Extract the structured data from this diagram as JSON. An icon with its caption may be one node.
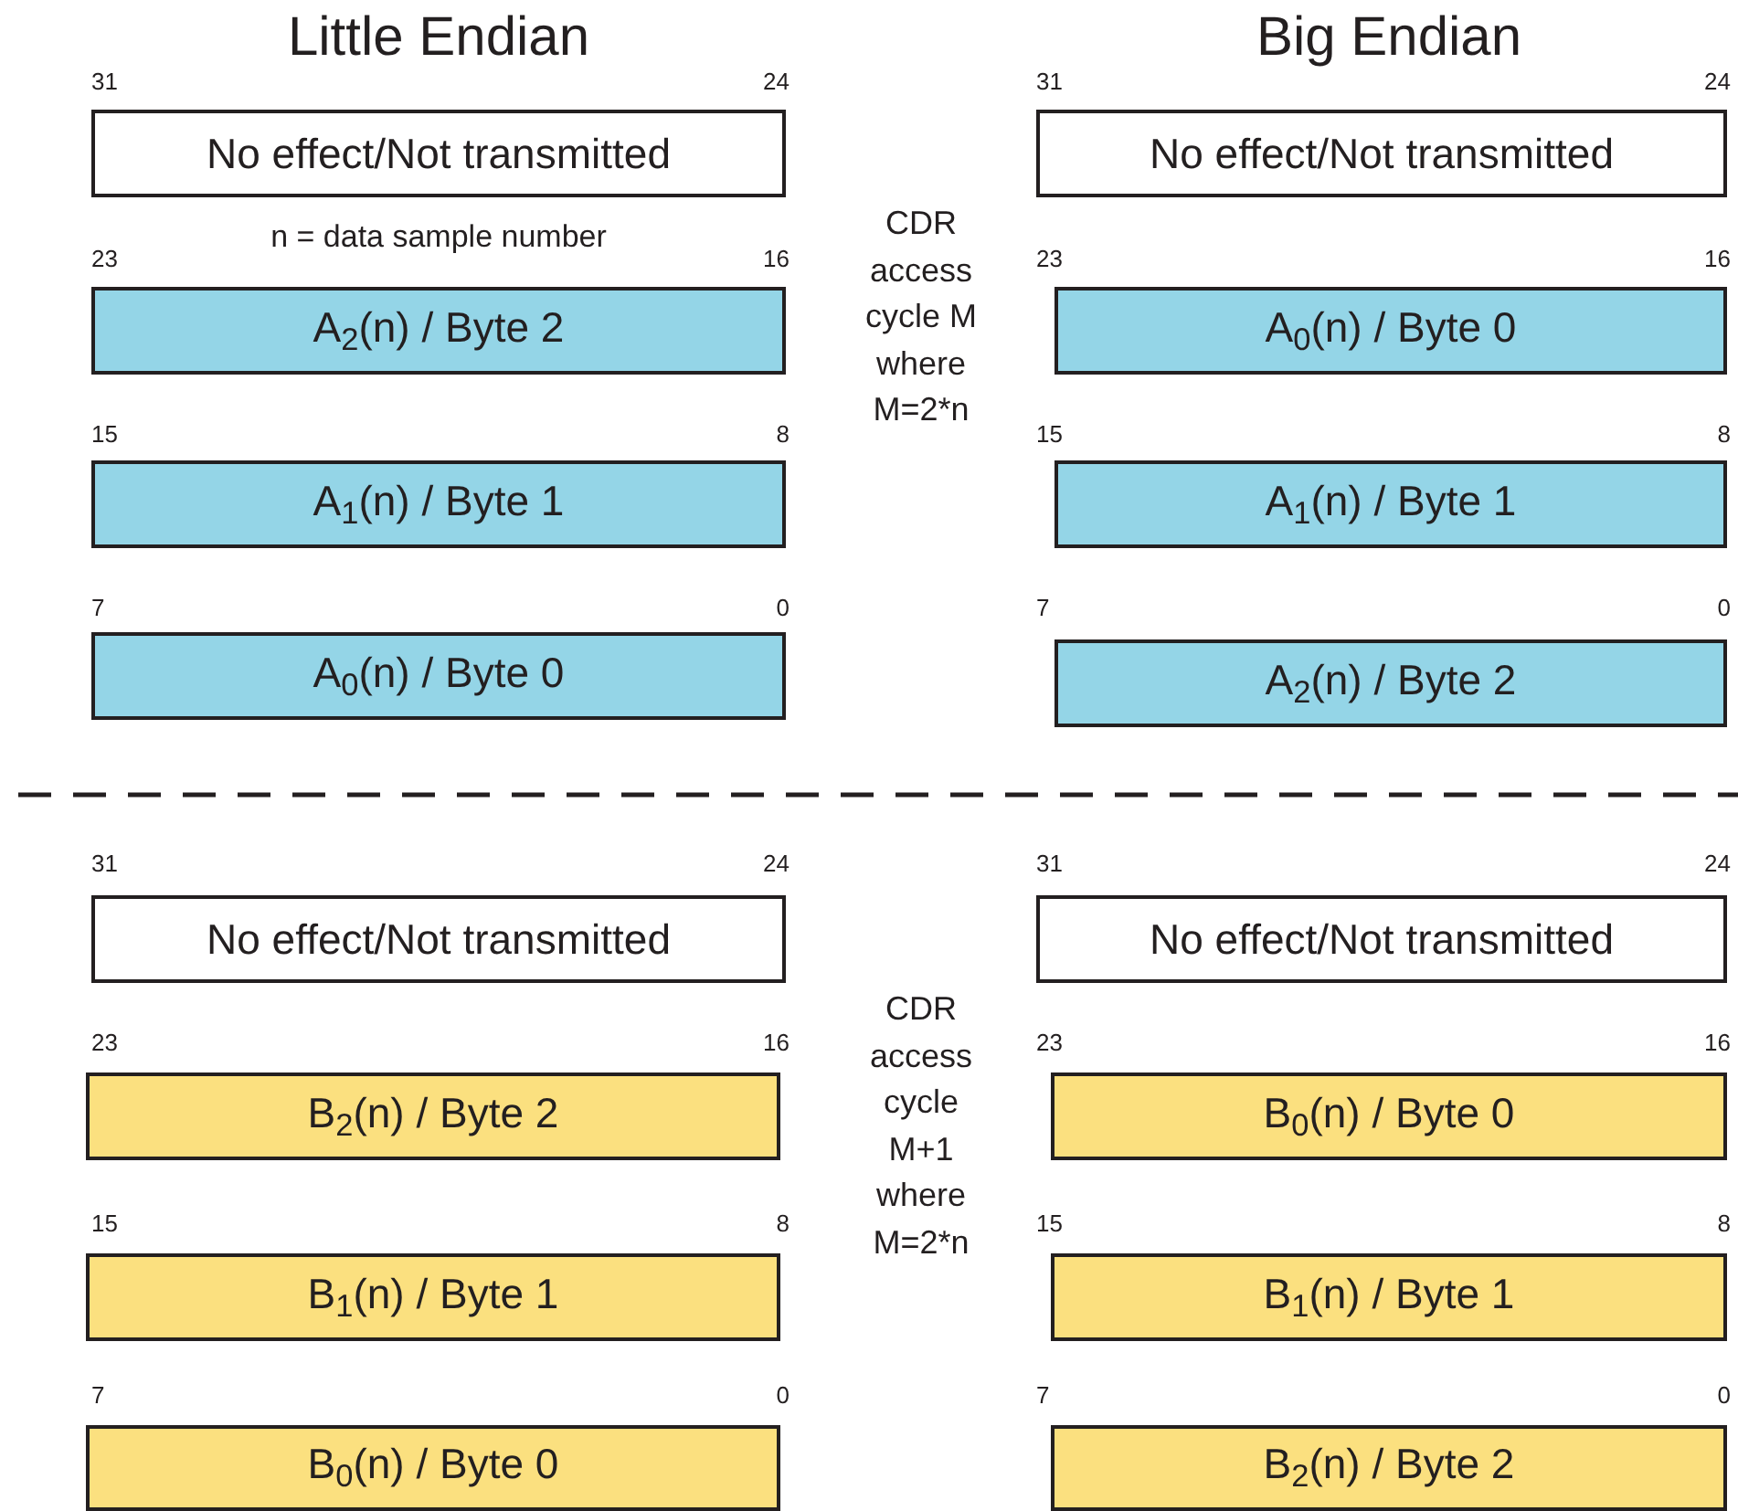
{
  "diagram": {
    "nodes": [
      {
        "text": [
          "No effect/Not transmitted"
        ]
      },
      {
        "text": [
          "No effect/Not transmitted"
        ]
      },
      {
        "text": [
          "A$_{2}$(n) / Byte 2"
        ]
      },
      {
        "text": [
          "A$_{0}$(n) / Byte 0"
        ]
      },
      {
        "text": [
          "A$_{1}$(n) / Byte 1"
        ]
      },
      {
        "text": [
          "A$_{1}$(n) / Byte 1"
        ]
      },
      {
        "text": [
          "A$_{0}$(n) / Byte 0"
        ]
      },
      {
        "text": [
          "A$_{2}$(n) / Byte 2"
        ]
      },
      {
        "text": [
          "No effect/Not transmitted"
        ]
      },
      {
        "text": [
          "No effect/Not transmitted"
        ]
      },
      {
        "text": [
          "B$_{2}$(n) / Byte 2"
        ]
      },
      {
        "text": [
          "B$_{0}$(n) / Byte 0"
        ]
      },
      {
        "text": [
          "B$_{1}$(n) / Byte 1"
        ]
      },
      {
        "text": [
          "B$_{1}$(n) / Byte 1"
        ]
      },
      {
        "text": [
          "B$_{0}$(n) / Byte 0"
        ]
      },
      {
        "text": [
          "B$_{2}$(n) / Byte 2"
        ]
      }
    ],
    "labels": [
      "Little Endian",
      "Big Endian",
      "31",
      "24",
      "31",
      "24",
      "n = data sample number",
      "CDR access cycle M where M=2*n",
      "23",
      "16",
      "23",
      "16",
      "15",
      "8",
      "15",
      "8",
      "7",
      "0",
      "7",
      "0",
      "31",
      "24",
      "31",
      "24",
      "CDR access cycle M+1 where M=2*n",
      "23",
      "16",
      "23",
      "16",
      "15",
      "8",
      "15",
      "8",
      "7",
      "0",
      "7",
      "0"
    ]
  }
}
